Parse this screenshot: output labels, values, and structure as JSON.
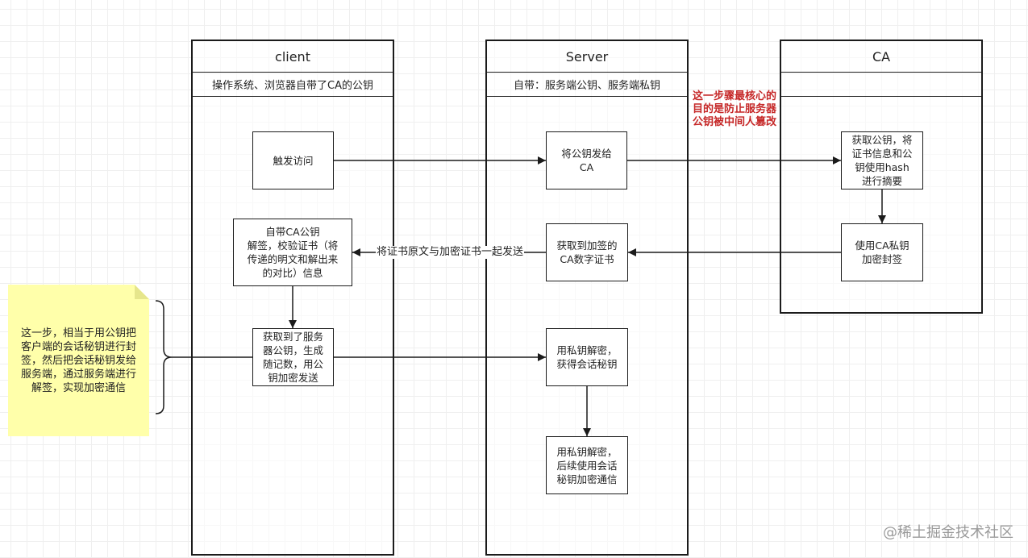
{
  "lanes": {
    "client": {
      "title": "client",
      "subtitle": "操作系统、浏览器自带了CA的公钥"
    },
    "server": {
      "title": "Server",
      "subtitle": "自带：服务端公钥、服务端私钥"
    },
    "ca": {
      "title": "CA",
      "subtitle": ""
    }
  },
  "nodes": {
    "trigger": "触发访问",
    "send_pubkey": "将公钥发给\nCA",
    "ca_hash": "获取公钥，将\n证书信息和公\n钥使用hash\n进行摘要",
    "ca_sign": "使用CA私钥\n加密封签",
    "got_cert": "获取到加签的\nCA数字证书",
    "verify": "自带CA公钥\n解签，校验证书（将\n传递的明文和解出来\n的对比）信息",
    "gen_key": "获取到了服务\n器公钥，生成\n随记数，用公\n钥加密发送",
    "decrypt": "用私钥解密，\n获得会话秘钥",
    "comm": "用私钥解密，\n后续使用会话\n秘钥加密通信"
  },
  "edge_label": "将证书原文与加密证书一起发送",
  "annotation": "这一步骤最核心的\n目的是防止服务器\n公钥被中间人篡改",
  "note": "这一步，相当于用公钥把\n客户端的会话秘钥进行封\n签，然后把会话秘钥发给\n服务端，通过服务端进行\n解签，实现加密通信",
  "watermark": "@稀土掘金技术社区"
}
